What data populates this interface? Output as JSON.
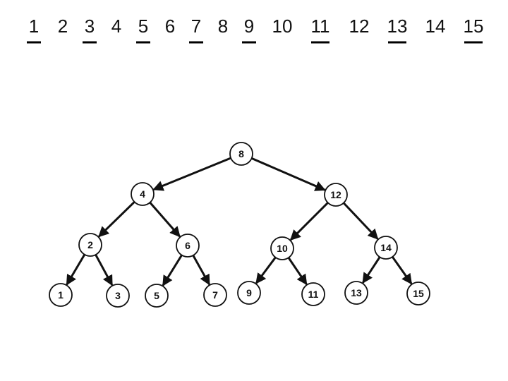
{
  "sequence": [
    {
      "label": "1",
      "underlined": true
    },
    {
      "label": "2",
      "underlined": false
    },
    {
      "label": "3",
      "underlined": true
    },
    {
      "label": "4",
      "underlined": false
    },
    {
      "label": "5",
      "underlined": true
    },
    {
      "label": "6",
      "underlined": false
    },
    {
      "label": "7",
      "underlined": true
    },
    {
      "label": "8",
      "underlined": false
    },
    {
      "label": "9",
      "underlined": true
    },
    {
      "label": "10",
      "underlined": false
    },
    {
      "label": "11",
      "underlined": true
    },
    {
      "label": "12",
      "underlined": false
    },
    {
      "label": "13",
      "underlined": true
    },
    {
      "label": "14",
      "underlined": false
    },
    {
      "label": "15",
      "underlined": true
    }
  ],
  "tree": {
    "nodes": [
      "8",
      "4",
      "12",
      "2",
      "6",
      "10",
      "14",
      "1",
      "3",
      "5",
      "7",
      "9",
      "11",
      "13",
      "15"
    ],
    "edges": [
      [
        "8",
        "4"
      ],
      [
        "8",
        "12"
      ],
      [
        "4",
        "2"
      ],
      [
        "4",
        "6"
      ],
      [
        "12",
        "10"
      ],
      [
        "12",
        "14"
      ],
      [
        "2",
        "1"
      ],
      [
        "2",
        "3"
      ],
      [
        "6",
        "5"
      ],
      [
        "6",
        "7"
      ],
      [
        "10",
        "9"
      ],
      [
        "10",
        "11"
      ],
      [
        "14",
        "13"
      ],
      [
        "14",
        "15"
      ]
    ]
  },
  "colors": {
    "ink": "#111111",
    "background": "#ffffff"
  }
}
